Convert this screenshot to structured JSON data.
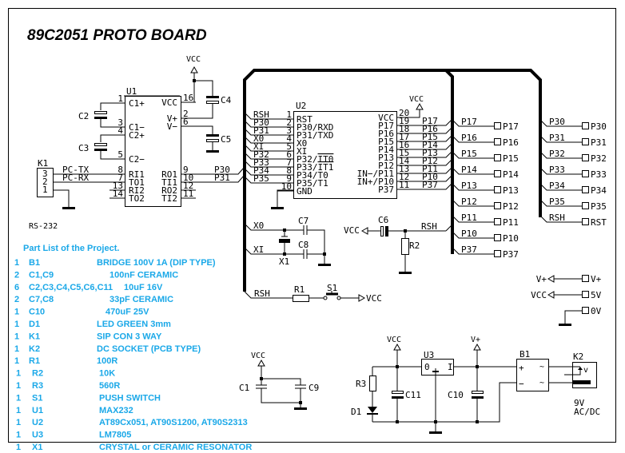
{
  "title": "89C2051  PROTO  BOARD",
  "colors": {
    "ink": "#000000",
    "part_list": "#1aa8e8",
    "background": "#ffffff"
  },
  "u1": {
    "ref": "U1",
    "left_pins": [
      {
        "num": "1",
        "name": "C1+"
      },
      {
        "num": "3",
        "name": "C1−"
      },
      {
        "num": "4",
        "name": "C2+"
      },
      {
        "num": "5",
        "name": "C2−"
      },
      {
        "num": "8",
        "name": "RI1"
      },
      {
        "num": "7",
        "name": "TO1"
      },
      {
        "num": "13",
        "name": "RI2"
      },
      {
        "num": "14",
        "name": "TO2"
      }
    ],
    "right_pins": [
      {
        "num": "16",
        "name": "VCC"
      },
      {
        "num": "2",
        "name": "V+"
      },
      {
        "num": "6",
        "name": "V−"
      },
      {
        "num": "9",
        "name": "RO1"
      },
      {
        "num": "10",
        "name": "TI1"
      },
      {
        "num": "12",
        "name": "RO2"
      },
      {
        "num": "11",
        "name": "TI2"
      }
    ]
  },
  "u2": {
    "ref": "U2",
    "left_pins": [
      {
        "num": "1",
        "name": "RST",
        "net": "RSH"
      },
      {
        "num": "2",
        "name": "P30/RXD",
        "net": "P30"
      },
      {
        "num": "3",
        "name": "P31/TXD",
        "net": "P31"
      },
      {
        "num": "4",
        "name": "X0",
        "net": "X0"
      },
      {
        "num": "5",
        "name": "XI",
        "net": "XI"
      },
      {
        "num": "6",
        "name": "P32/IT0",
        "net": "P32"
      },
      {
        "num": "7",
        "name": "P33/IT1",
        "net": "P33"
      },
      {
        "num": "8",
        "name": "P34/T0",
        "net": "P34"
      },
      {
        "num": "9",
        "name": "P35/T1",
        "net": "P35"
      },
      {
        "num": "10",
        "name": "GND",
        "net": ""
      }
    ],
    "right_pins": [
      {
        "num": "20",
        "name": "VCC",
        "net": ""
      },
      {
        "num": "19",
        "name": "P17",
        "net": "P17"
      },
      {
        "num": "18",
        "name": "P16",
        "net": "P16"
      },
      {
        "num": "17",
        "name": "P15",
        "net": "P15"
      },
      {
        "num": "16",
        "name": "P14",
        "net": "P14"
      },
      {
        "num": "15",
        "name": "P13",
        "net": "P13"
      },
      {
        "num": "14",
        "name": "P12",
        "net": "P12"
      },
      {
        "num": "13",
        "name": "IN−/P11",
        "net": "P11"
      },
      {
        "num": "12",
        "name": "IN+/P10",
        "net": "P10"
      },
      {
        "num": "11",
        "name": "P37",
        "net": "P37"
      }
    ]
  },
  "labels": {
    "vcc": "VCC",
    "vplus": "V+",
    "c1": "C1",
    "c2": "C2",
    "c3": "C3",
    "c4": "C4",
    "c5": "C5",
    "c6": "C6",
    "c7": "C7",
    "c8": "C8",
    "c9": "C9",
    "c10": "C10",
    "c11": "C11",
    "r1": "R1",
    "r2": "R2",
    "r3": "R3",
    "s1": "S1",
    "x1": "X1",
    "d1": "D1",
    "u3": "U3",
    "b1": "B1",
    "k1": "K1",
    "k2": "K2",
    "rs232": "RS-232",
    "pc_tx": "PC-TX",
    "pc_rx": "PC-RX",
    "rsh": "RSH",
    "x0": "X0",
    "xi": "XI",
    "u3_out": "0",
    "u3_in": "I",
    "k2_note1": "9V",
    "k2_note2": "AC/DC",
    "k1_pins": [
      "3",
      "2",
      "1"
    ]
  },
  "port_connectors_left": [
    {
      "net": "P17",
      "label": "P17"
    },
    {
      "net": "P16",
      "label": "P16"
    },
    {
      "net": "P15",
      "label": "P15"
    },
    {
      "net": "P14",
      "label": "P14"
    },
    {
      "net": "P13",
      "label": "P13"
    },
    {
      "net": "P12",
      "label": "P12"
    },
    {
      "net": "P11",
      "label": "P11"
    },
    {
      "net": "P10",
      "label": "P10"
    },
    {
      "net": "P37",
      "label": "P37"
    }
  ],
  "port_connectors_right": [
    {
      "net": "P30",
      "label": "P30"
    },
    {
      "net": "P31",
      "label": "P31"
    },
    {
      "net": "P32",
      "label": "P32"
    },
    {
      "net": "P33",
      "label": "P33"
    },
    {
      "net": "P34",
      "label": "P34"
    },
    {
      "net": "P35",
      "label": "P35"
    },
    {
      "net": "RSH",
      "label": "RST"
    }
  ],
  "power_connectors": [
    {
      "net": "V+",
      "label": "V+"
    },
    {
      "net": "VCC",
      "label": "5V"
    },
    {
      "net": "GND",
      "label": "0V"
    }
  ],
  "part_list": {
    "heading": "Part List of the Project.",
    "items": [
      {
        "qty": "1",
        "ref": "B1",
        "value": "BRIDGE 100V 1A (DIP TYPE)"
      },
      {
        "qty": "2",
        "ref": "C1,C9",
        "value": "100nF CERAMIC"
      },
      {
        "qty": "6",
        "ref": "C2,C3,C4,C5,C6,C11",
        "value": "10uF 16V"
      },
      {
        "qty": "2",
        "ref": "C7,C8",
        "value": "33pF CERAMIC"
      },
      {
        "qty": "1",
        "ref": "C10",
        "value": "470uF 25V"
      },
      {
        "qty": "1",
        "ref": "D1",
        "value": "LED GREEN 3mm"
      },
      {
        "qty": "1",
        "ref": "K1",
        "value": "SIP CON 3 WAY"
      },
      {
        "qty": "1",
        "ref": "K2",
        "value": "DC SOCKET (PCB TYPE)"
      },
      {
        "qty": "1",
        "ref": "R1",
        "value": "100R"
      },
      {
        "qty": "1",
        "ref": "R2",
        "value": "10K"
      },
      {
        "qty": "1",
        "ref": "R3",
        "value": "560R"
      },
      {
        "qty": "1",
        "ref": "S1",
        "value": "PUSH SWITCH"
      },
      {
        "qty": "1",
        "ref": "U1",
        "value": "MAX232"
      },
      {
        "qty": "1",
        "ref": "U2",
        "value": "AT89Cx051, AT90S1200, AT90S2313"
      },
      {
        "qty": "1",
        "ref": "U3",
        "value": "LM7805"
      },
      {
        "qty": "1",
        "ref": "X1",
        "value": "CRYSTAL or CERAMIC RESONATOR"
      }
    ]
  }
}
